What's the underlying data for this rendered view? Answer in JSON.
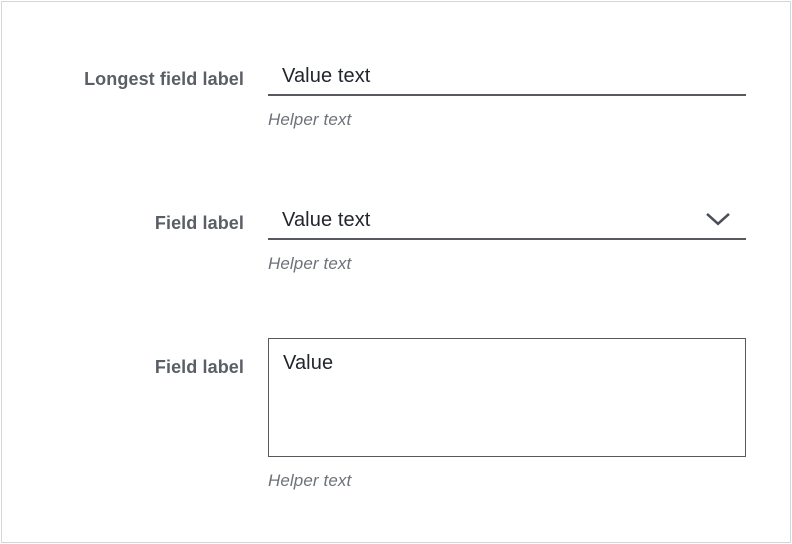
{
  "panel": {
    "background_color": "#ffffff",
    "border_color": "#d3d6da"
  },
  "theme": {
    "label_color": "#5a5f66",
    "value_color": "#22262b",
    "helper_color": "#6d7278",
    "underline_color": "#565a5f",
    "border_color": "#565a5f"
  },
  "form": {
    "fields": [
      {
        "id": "field-1",
        "type": "text",
        "label": "Longest field label",
        "value": "Value text",
        "placeholder": "Value text",
        "helper": "Helper text",
        "icon": null
      },
      {
        "id": "field-2",
        "type": "select",
        "label": "Field label",
        "value": "Value text",
        "placeholder": "Value text",
        "helper": "Helper text",
        "icon": "chevron-down-icon"
      },
      {
        "id": "field-3",
        "type": "textarea",
        "label": "Field label",
        "value": "Value",
        "placeholder": "Value",
        "helper": "Helper text",
        "icon": null
      }
    ]
  }
}
